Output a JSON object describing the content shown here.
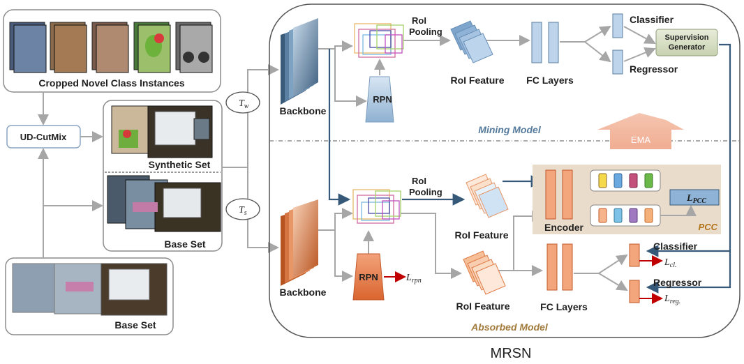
{
  "title": "MRSN",
  "left": {
    "cropped_label": "Cropped Novel Class Instances",
    "udcutmix_label": "UD-CutMix",
    "synthetic_label": "Synthetic Set",
    "base_set_label": "Base Set",
    "base_set_bottom_label": "Base Set",
    "tw": "T",
    "tw_sub": "w",
    "ts": "T",
    "ts_sub": "s"
  },
  "mining": {
    "backbone": "Backbone",
    "roi_pooling_1": "RoI",
    "roi_pooling_2": "Pooling",
    "rpn": "RPN",
    "roi_feature": "RoI Feature",
    "fc_layers": "FC Layers",
    "classifier": "Classifier",
    "regressor": "Regressor",
    "supervision_1": "Supervision",
    "supervision_2": "Generator",
    "model_label": "Mining Model",
    "ema": "EMA"
  },
  "absorbed": {
    "backbone": "Backbone",
    "roi_pooling_1": "RoI",
    "roi_pooling_2": "Pooling",
    "rpn": "RPN",
    "l_rpn": "L",
    "l_rpn_sub": "rpn",
    "roi_feature_top": "RoI Feature",
    "roi_feature_bottom": "RoI Feature",
    "encoder": "Encoder",
    "pcc": "PCC",
    "l_pcc": "L",
    "l_pcc_sub": "PCC",
    "fc_layers": "FC Layers",
    "classifier": "Classifier",
    "regressor": "Regressor",
    "l_cls": "L",
    "l_cls_sub": "cl.",
    "l_reg": "L",
    "l_reg_sub": "reg.",
    "model_label": "Absorbed Model"
  },
  "colors": {
    "blue": "#36597a",
    "light_blue": "#9dbfe0",
    "orange": "#e07a45",
    "light_orange": "#f5c6a6",
    "pcc_bg": "#eadccb",
    "red": "#c00000",
    "gray": "#aaaaaa",
    "ema": "#f2b9a0"
  }
}
